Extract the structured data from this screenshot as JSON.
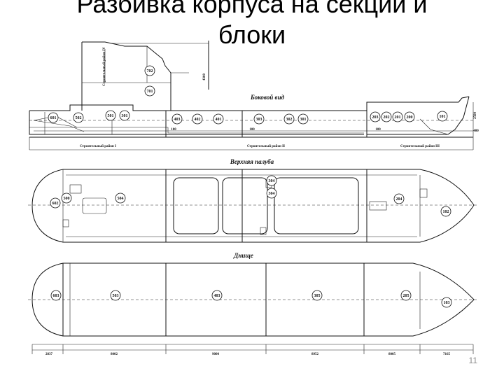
{
  "slide": {
    "title_line1": "Разбивка корпуса на секции и",
    "title_line2": "блоки",
    "number": "11"
  },
  "views": {
    "side": "Боковой вид",
    "upper_deck": "Верхняя палуба",
    "bottom": "Днище"
  },
  "side_bubbles": [
    {
      "label": "601"
    },
    {
      "label": "502"
    },
    {
      "label": "501"
    },
    {
      "label": "301"
    },
    {
      "label": "403"
    },
    {
      "label": "402"
    },
    {
      "label": "401"
    },
    {
      "label": "303"
    },
    {
      "label": "302"
    },
    {
      "label": "301"
    },
    {
      "label": "203"
    },
    {
      "label": "202"
    },
    {
      "label": "201"
    },
    {
      "label": "200"
    },
    {
      "label": "101"
    },
    {
      "label": "702"
    },
    {
      "label": "701"
    }
  ],
  "deck_bubbles": [
    {
      "label": "602"
    },
    {
      "label": "500"
    },
    {
      "label": "504"
    },
    {
      "label": "304"
    },
    {
      "label": "304"
    },
    {
      "label": "204"
    },
    {
      "label": "102"
    }
  ],
  "bottom_bubbles": [
    {
      "label": "603"
    },
    {
      "label": "503"
    },
    {
      "label": "403"
    },
    {
      "label": "305"
    },
    {
      "label": "205"
    },
    {
      "label": "103"
    }
  ],
  "dimensions": [
    "2837",
    "8002",
    "9000",
    "8952",
    "8005",
    "7165"
  ],
  "side_dims": [
    "100",
    "100",
    "100",
    "2500",
    "4300",
    "400"
  ],
  "region_labels": [
    "Строительный район I",
    "Строительный район II",
    "Строительный район III",
    "Строительный район IV"
  ]
}
